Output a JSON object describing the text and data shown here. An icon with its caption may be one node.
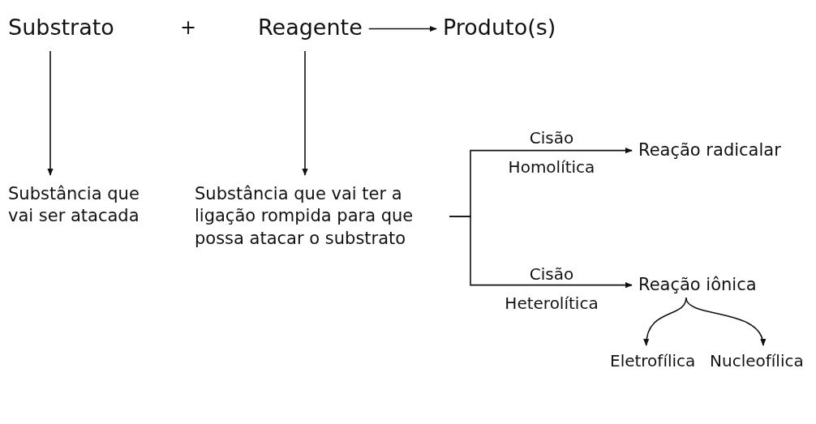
{
  "diagram": {
    "nodes": [
      {
        "text": [
          "Substrato"
        ]
      },
      {
        "text": [
          "Reagente"
        ]
      },
      {
        "text": [
          "Produto(s)"
        ]
      },
      {
        "text": [
          "Substância que vai ser atacada"
        ]
      },
      {
        "text": [
          "Substância que vai ter a ligação rompida para que possa atacar o substrato"
        ]
      },
      {
        "text": [
          "Reação radicalar"
        ]
      },
      {
        "text": [
          "Reação iônica"
        ]
      },
      {
        "text": [
          "Eletrofílica"
        ]
      },
      {
        "text": [
          "Nucleofílica"
        ]
      }
    ],
    "edges": [
      {
        "from": 1,
        "to": 2,
        "arrow": "to"
      },
      {
        "from": 0,
        "to": 3,
        "arrow": "to"
      },
      {
        "from": 1,
        "to": 4,
        "arrow": "to"
      },
      {
        "from": 4,
        "to": 5,
        "arrow": "to",
        "label": "Cisão Homolítica"
      },
      {
        "from": 4,
        "to": 6,
        "arrow": "to",
        "label": "Cisão Heterolítica"
      },
      {
        "from": 6,
        "to": 7,
        "arrow": "to"
      },
      {
        "from": 6,
        "to": 8,
        "arrow": "to"
      }
    ],
    "labels": [
      "+"
    ]
  }
}
